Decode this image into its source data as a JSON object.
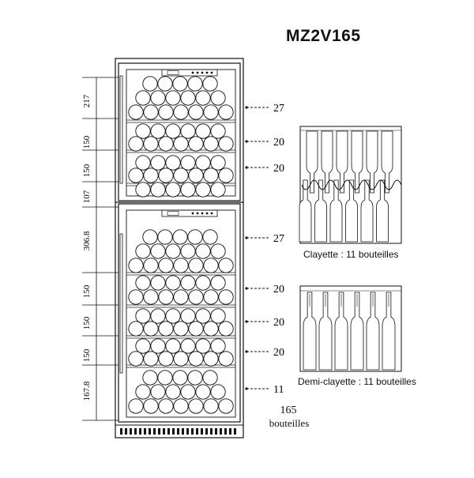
{
  "header": {
    "model": "MZ2V165"
  },
  "dimensions": [
    {
      "label": "217"
    },
    {
      "label": "150"
    },
    {
      "label": "150"
    },
    {
      "label": "107"
    },
    {
      "label": "306.8"
    },
    {
      "label": "150"
    },
    {
      "label": "150"
    },
    {
      "label": "150"
    },
    {
      "label": "167.8"
    }
  ],
  "capacities": [
    {
      "label": "27"
    },
    {
      "label": "20"
    },
    {
      "label": "20"
    },
    {
      "label": "27"
    },
    {
      "label": "20"
    },
    {
      "label": "20"
    },
    {
      "label": "20"
    },
    {
      "label": "11"
    }
  ],
  "total": {
    "count": "165",
    "unit": "bouteilles"
  },
  "shelves": {
    "full_caption": "Clayette : 11 bouteilles",
    "half_caption": "Demi-clayette : 11 bouteilles"
  }
}
